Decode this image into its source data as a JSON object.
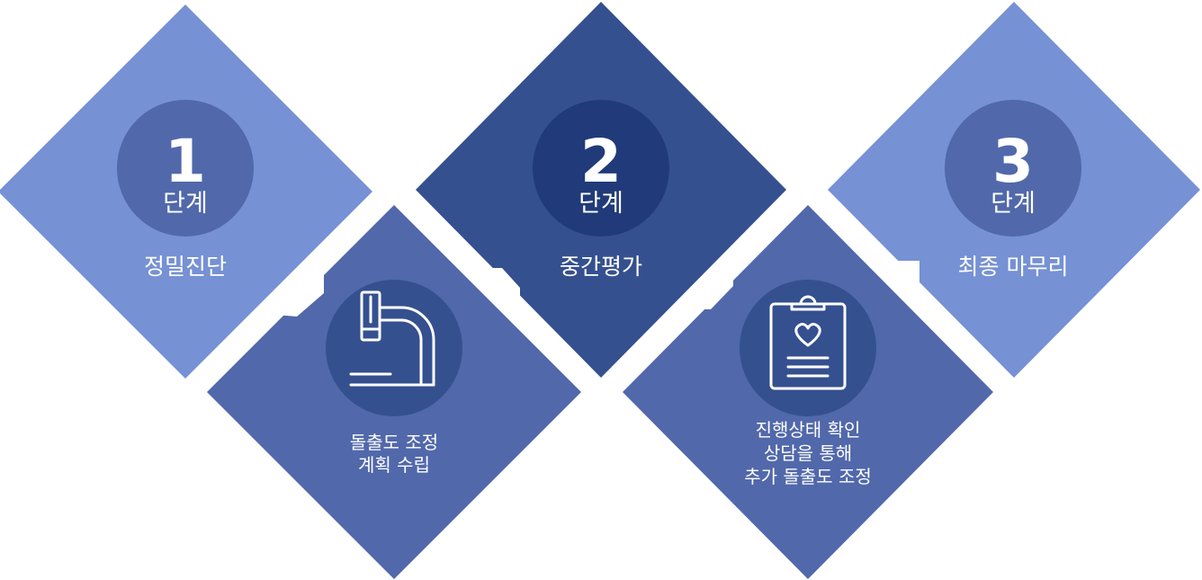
{
  "steps": [
    {
      "number": "1",
      "unit": "단계",
      "title": "정밀진단"
    },
    {
      "number": "2",
      "unit": "단계",
      "title": "중간평가"
    },
    {
      "number": "3",
      "unit": "단계",
      "title": "최종 마무리"
    }
  ],
  "details": [
    {
      "icon": "microscope-icon",
      "lines": [
        "돌출도 조정",
        "계획 수립"
      ]
    },
    {
      "icon": "clipboard-heart-icon",
      "lines": [
        "진행상태 확인",
        "상담을 통해",
        "추가 돌출도 조정"
      ]
    }
  ],
  "colors": {
    "light": "#7691d4",
    "medium": "#5168ab",
    "dark": "#35508f",
    "darkest": "#213b7a"
  }
}
